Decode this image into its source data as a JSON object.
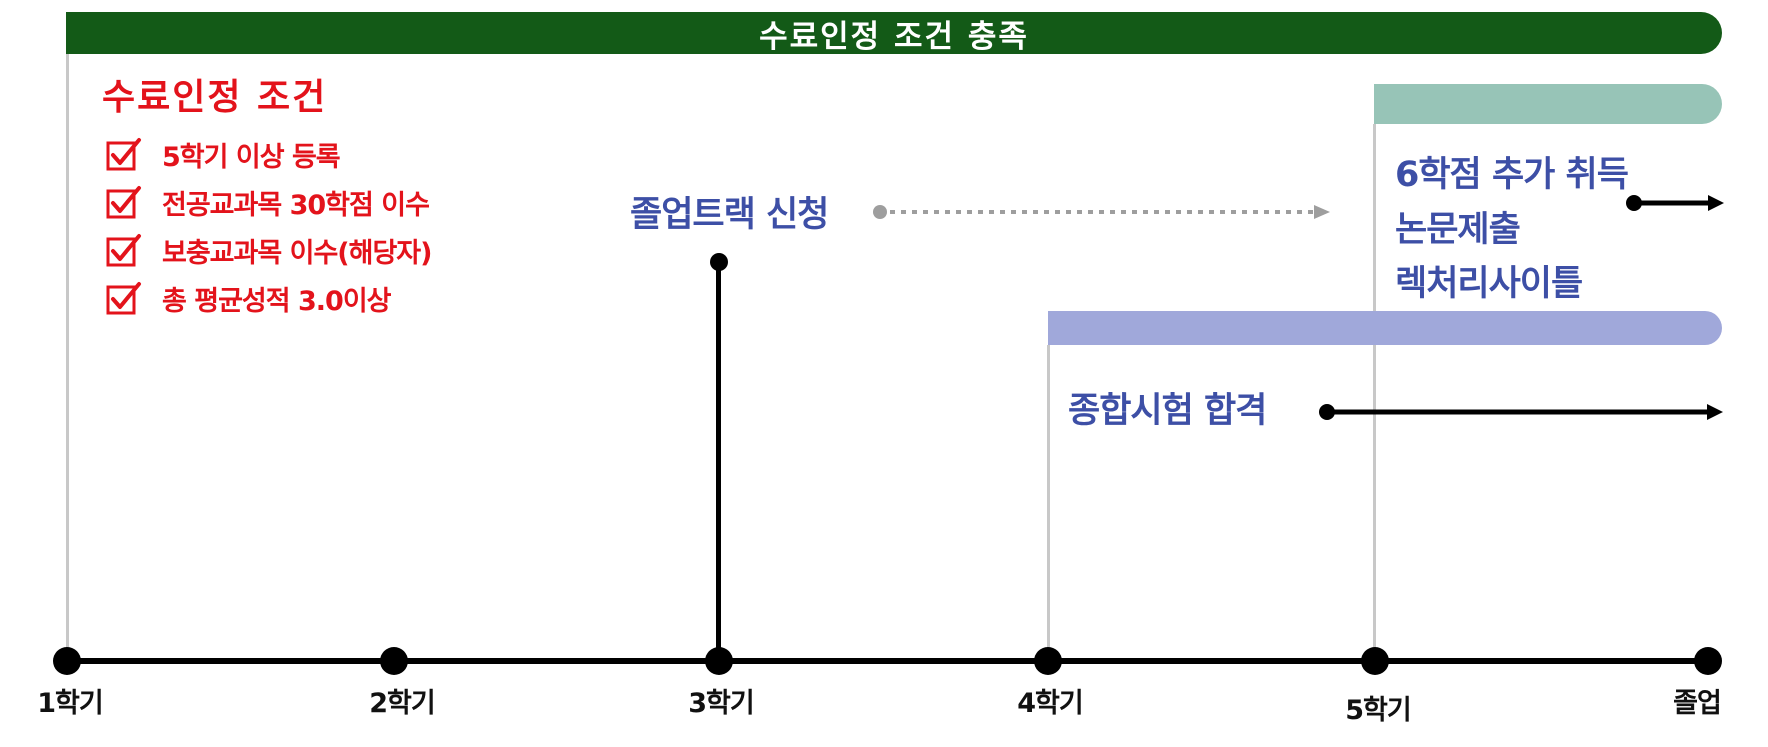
{
  "banner": {
    "text": "수료인정 조건 충족",
    "color": "#135a17"
  },
  "conditions": {
    "title": "수료인정 조건",
    "color": "#e3131b",
    "items": [
      {
        "label": "5학기 이상 등록"
      },
      {
        "label": "전공교과목 30학점 이수"
      },
      {
        "label": "보충교과목 이수(해당자)"
      },
      {
        "label": "총 평균성적 3.0이상"
      }
    ]
  },
  "timeline": {
    "semesters": [
      "1학기",
      "2학기",
      "3학기",
      "4학기",
      "5학기",
      "졸업"
    ]
  },
  "track": {
    "label": "졸업트랙 신청"
  },
  "exam": {
    "label": "종합시험 합격",
    "bar_color": "#a0a8da"
  },
  "thesis": {
    "lines": [
      "6학점 추가 취득",
      "논문제출",
      "렉처리사이틀"
    ],
    "bar_color": "#97c4b7"
  },
  "label_color": "#3d4fa6"
}
